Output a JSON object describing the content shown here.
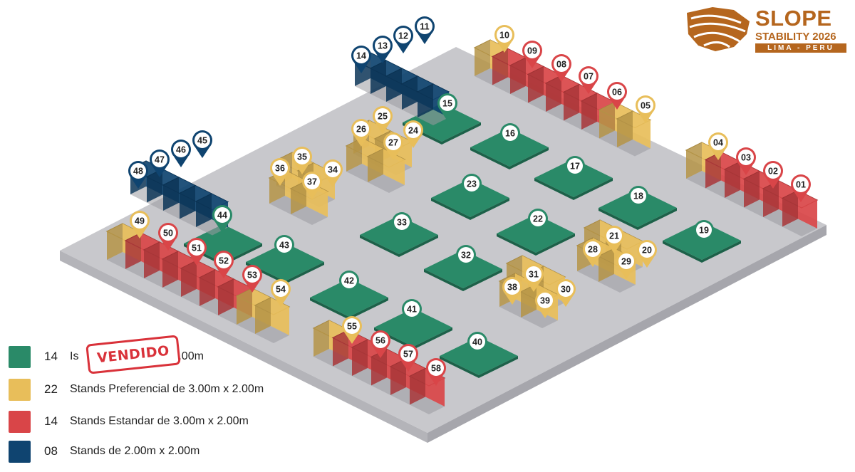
{
  "colors": {
    "island": "#2a8a68",
    "preferential": "#e8be5a",
    "standard": "#d94548",
    "small": "#0f4470",
    "floor": "#c8c8cc",
    "brand": "#b5661e",
    "stamp": "#d9323a"
  },
  "logo": {
    "title": "SLOPE",
    "subtitle": "STABILITY 2026",
    "location": "LIMA - PERU"
  },
  "legend": [
    {
      "count": "14",
      "text": "Is",
      "text_tail": "3.00m",
      "color": "#2a8a68"
    },
    {
      "count": "22",
      "text": "Stands Preferencial de 3.00m x 2.00m",
      "color": "#e8be5a"
    },
    {
      "count": "14",
      "text": "Stands Estandar de 3.00m x 2.00m",
      "color": "#d94548"
    },
    {
      "count": "08",
      "text": "Stands de 2.00m x 2.00m",
      "color": "#0f4470"
    }
  ],
  "stamp": {
    "text": "VENDIDO"
  },
  "islands": [
    "15",
    "16",
    "17",
    "18",
    "19",
    "22",
    "23",
    "32",
    "33",
    "40",
    "41",
    "42",
    "43",
    "44"
  ],
  "markers": [
    {
      "label": "01",
      "type": "standard"
    },
    {
      "label": "02",
      "type": "standard"
    },
    {
      "label": "03",
      "type": "standard"
    },
    {
      "label": "04",
      "type": "preferential"
    },
    {
      "label": "05",
      "type": "preferential"
    },
    {
      "label": "06",
      "type": "standard"
    },
    {
      "label": "07",
      "type": "standard"
    },
    {
      "label": "08",
      "type": "standard"
    },
    {
      "label": "09",
      "type": "standard"
    },
    {
      "label": "10",
      "type": "preferential"
    },
    {
      "label": "11",
      "type": "small"
    },
    {
      "label": "12",
      "type": "small"
    },
    {
      "label": "13",
      "type": "small"
    },
    {
      "label": "14",
      "type": "small"
    },
    {
      "label": "15",
      "type": "island"
    },
    {
      "label": "16",
      "type": "island"
    },
    {
      "label": "17",
      "type": "island"
    },
    {
      "label": "18",
      "type": "island"
    },
    {
      "label": "19",
      "type": "island"
    },
    {
      "label": "20",
      "type": "preferential"
    },
    {
      "label": "21",
      "type": "preferential"
    },
    {
      "label": "22",
      "type": "island"
    },
    {
      "label": "23",
      "type": "island"
    },
    {
      "label": "24",
      "type": "preferential"
    },
    {
      "label": "25",
      "type": "preferential"
    },
    {
      "label": "26",
      "type": "preferential"
    },
    {
      "label": "27",
      "type": "preferential"
    },
    {
      "label": "28",
      "type": "preferential"
    },
    {
      "label": "29",
      "type": "preferential"
    },
    {
      "label": "30",
      "type": "preferential"
    },
    {
      "label": "31",
      "type": "preferential"
    },
    {
      "label": "32",
      "type": "island"
    },
    {
      "label": "33",
      "type": "island"
    },
    {
      "label": "34",
      "type": "preferential"
    },
    {
      "label": "35",
      "type": "preferential"
    },
    {
      "label": "36",
      "type": "preferential"
    },
    {
      "label": "37",
      "type": "preferential"
    },
    {
      "label": "38",
      "type": "preferential"
    },
    {
      "label": "39",
      "type": "preferential"
    },
    {
      "label": "40",
      "type": "island"
    },
    {
      "label": "41",
      "type": "island"
    },
    {
      "label": "42",
      "type": "island"
    },
    {
      "label": "43",
      "type": "island"
    },
    {
      "label": "44",
      "type": "island"
    },
    {
      "label": "45",
      "type": "small"
    },
    {
      "label": "46",
      "type": "small"
    },
    {
      "label": "47",
      "type": "small"
    },
    {
      "label": "48",
      "type": "small"
    },
    {
      "label": "49",
      "type": "preferential"
    },
    {
      "label": "50",
      "type": "standard"
    },
    {
      "label": "51",
      "type": "standard"
    },
    {
      "label": "52",
      "type": "standard"
    },
    {
      "label": "53",
      "type": "standard"
    },
    {
      "label": "54",
      "type": "preferential"
    },
    {
      "label": "55",
      "type": "preferential"
    },
    {
      "label": "56",
      "type": "standard"
    },
    {
      "label": "57",
      "type": "standard"
    },
    {
      "label": "58",
      "type": "standard"
    }
  ]
}
